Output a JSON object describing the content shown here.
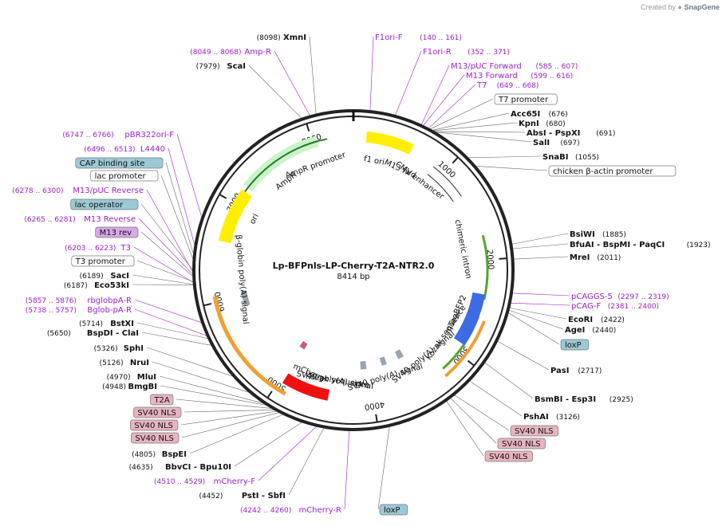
{
  "credit": {
    "prefix": "Created by",
    "brand": "SnapGene"
  },
  "plasmid": {
    "name": "Lp-BFPnls-LP-Cherry-T2A-NTR2.0",
    "size": "8414 bp",
    "length": 8414
  },
  "ticks": [
    {
      "label": "1000",
      "bp": 1000
    },
    {
      "label": "2000",
      "bp": 2000
    },
    {
      "label": "3000",
      "bp": 3000
    },
    {
      "label": "4000",
      "bp": 4000
    },
    {
      "label": "5000",
      "bp": 5000
    },
    {
      "label": "6000",
      "bp": 6000
    },
    {
      "label": "7000",
      "bp": 7000
    },
    {
      "label": "8000",
      "bp": 8000
    }
  ],
  "colors": {
    "backbone": "#222222",
    "ampr": "#c8f4c8",
    "ori": "#ffee00",
    "f1ori": "#ffee00",
    "mtagbfp2": "#3d6be3",
    "mcherry": "#ee1111",
    "polyA": "#9aa4ae",
    "cmv": "#ffffff",
    "promoter_arrow": "#ffffff",
    "primer": "#9b1fd1",
    "intron": "#5aa032",
    "orange": "#f0a030",
    "feature_box": "#ffffff",
    "loxp_box": "#9cc9d6",
    "nls_box": "#e7b4bf",
    "misc_box": "#d7a7e6"
  },
  "features_inner": [
    {
      "name": "AmpR",
      "bp": 7550
    },
    {
      "name": "AmpR promoter",
      "bp": 7950
    },
    {
      "name": "ori",
      "bp": 6950
    },
    {
      "name": "f1 ori",
      "bp": 250
    },
    {
      "name": "M13 fwd",
      "bp": 580
    },
    {
      "name": "CMV enhancer",
      "bp": 850
    },
    {
      "name": "chimeric intron",
      "bp": 1850
    },
    {
      "name": "mTagBFP2",
      "bp": 2650
    },
    {
      "name": "SV40 poly(A) signal",
      "bp": 3300
    },
    {
      "name": "SV40 poly(A) signal",
      "bp": 3820
    },
    {
      "name": "SV40 poly(A) signal",
      "bp": 4430
    },
    {
      "name": "mCherry",
      "bp": 4750
    },
    {
      "name": "β-globin poly(A) signal",
      "bp": 6200
    },
    {
      "name": "Kozak sequence",
      "bp": 2900
    },
    {
      "name": "Kozak sequence",
      "bp": 4400
    }
  ],
  "labels_right": [
    {
      "name": "F1ori-F",
      "pos": "(140 .. 161)",
      "kind": "primer"
    },
    {
      "name": "F1ori-R",
      "pos": "(352 .. 371)",
      "kind": "primer"
    },
    {
      "name": "M13/pUC Forward",
      "pos": "(585 .. 607)",
      "kind": "primer"
    },
    {
      "name": "M13 Forward",
      "pos": "(599 .. 616)",
      "kind": "primer"
    },
    {
      "name": "T7",
      "pos": "(649 .. 668)",
      "kind": "primer"
    },
    {
      "name": "T7 promoter",
      "pos": "",
      "kind": "box"
    },
    {
      "name": "Acc65I",
      "pos": "(676)",
      "kind": "site"
    },
    {
      "name": "KpnI",
      "pos": "(680)",
      "kind": "site"
    },
    {
      "name": "AbsI - PspXI",
      "pos": "(691)",
      "kind": "site"
    },
    {
      "name": "SalI",
      "pos": "(697)",
      "kind": "site"
    },
    {
      "name": "SnaBI",
      "pos": "(1055)",
      "kind": "site"
    },
    {
      "name": "chicken β-actin promoter",
      "pos": "",
      "kind": "box"
    },
    {
      "name": "BsiWI",
      "pos": "(1885)",
      "kind": "site"
    },
    {
      "name": "BfuAI - BspMI - PaqCI",
      "pos": "(1923)",
      "kind": "site"
    },
    {
      "name": "MreI",
      "pos": "(2011)",
      "kind": "site"
    },
    {
      "name": "pCAGGS-5",
      "pos": "(2297 .. 2319)",
      "kind": "primer"
    },
    {
      "name": "pCAG-F",
      "pos": "(2381 .. 2400)",
      "kind": "primer"
    },
    {
      "name": "EcoRI",
      "pos": "(2422)",
      "kind": "site"
    },
    {
      "name": "AgeI",
      "pos": "(2440)",
      "kind": "site"
    },
    {
      "name": "loxP",
      "pos": "",
      "kind": "lox"
    },
    {
      "name": "PasI",
      "pos": "(2717)",
      "kind": "site"
    },
    {
      "name": "BsmBI - Esp3I",
      "pos": "(2925)",
      "kind": "site"
    },
    {
      "name": "PshAI",
      "pos": "(3126)",
      "kind": "site"
    },
    {
      "name": "SV40 NLS",
      "pos": "",
      "kind": "nls"
    },
    {
      "name": "SV40 NLS",
      "pos": "",
      "kind": "nls"
    },
    {
      "name": "SV40 NLS",
      "pos": "",
      "kind": "nls"
    },
    {
      "name": "loxP",
      "pos": "",
      "kind": "lox"
    }
  ],
  "labels_left": [
    {
      "name": "XmnI",
      "pos": "(8098)",
      "kind": "site"
    },
    {
      "name": "Amp-R",
      "pos": "(8049 .. 8068)",
      "kind": "primer"
    },
    {
      "name": "ScaI",
      "pos": "(7979)",
      "kind": "site"
    },
    {
      "name": "pBR322ori-F",
      "pos": "(6747 .. 6766)",
      "kind": "primer"
    },
    {
      "name": "L4440",
      "pos": "(6496 .. 6513)",
      "kind": "primer"
    },
    {
      "name": "CAP binding site",
      "pos": "",
      "kind": "lox"
    },
    {
      "name": "lac promoter",
      "pos": "",
      "kind": "box"
    },
    {
      "name": "M13/pUC Reverse",
      "pos": "(6278 .. 6300)",
      "kind": "primer"
    },
    {
      "name": "lac operator",
      "pos": "",
      "kind": "lox"
    },
    {
      "name": "M13 Reverse",
      "pos": "(6265 .. 6281)",
      "kind": "primer"
    },
    {
      "name": "M13 rev",
      "pos": "",
      "kind": "misc"
    },
    {
      "name": "T3",
      "pos": "(6203 .. 6223)",
      "kind": "primer"
    },
    {
      "name": "T3 promoter",
      "pos": "",
      "kind": "box"
    },
    {
      "name": "SacI",
      "pos": "(6189)",
      "kind": "site"
    },
    {
      "name": "Eco53kI",
      "pos": "(6187)",
      "kind": "site"
    },
    {
      "name": "rbglobpA-R",
      "pos": "(5857 .. 5876)",
      "kind": "primer"
    },
    {
      "name": "Bglob-pA-R",
      "pos": "(5738 .. 5757)",
      "kind": "primer"
    },
    {
      "name": "BstXI",
      "pos": "(5714)",
      "kind": "site"
    },
    {
      "name": "BspDI - ClaI",
      "pos": "(5650)",
      "kind": "site"
    },
    {
      "name": "SphI",
      "pos": "(5326)",
      "kind": "site"
    },
    {
      "name": "NruI",
      "pos": "(5126)",
      "kind": "site"
    },
    {
      "name": "MluI",
      "pos": "(4970)",
      "kind": "site"
    },
    {
      "name": "BmgBI",
      "pos": "(4948)",
      "kind": "site"
    },
    {
      "name": "T2A",
      "pos": "",
      "kind": "nls"
    },
    {
      "name": "SV40 NLS",
      "pos": "",
      "kind": "nls"
    },
    {
      "name": "SV40 NLS",
      "pos": "",
      "kind": "nls"
    },
    {
      "name": "SV40 NLS",
      "pos": "",
      "kind": "nls"
    },
    {
      "name": "BspEI",
      "pos": "(4805)",
      "kind": "site"
    },
    {
      "name": "BbvCI - Bpu10I",
      "pos": "(4635)",
      "kind": "site"
    },
    {
      "name": "mCherry-F",
      "pos": "(4510 .. 4529)",
      "kind": "primer"
    },
    {
      "name": "PstI - SbfI",
      "pos": "(4452)",
      "kind": "site"
    },
    {
      "name": "mCherry-R",
      "pos": "(4242 .. 4260)",
      "kind": "primer"
    }
  ]
}
